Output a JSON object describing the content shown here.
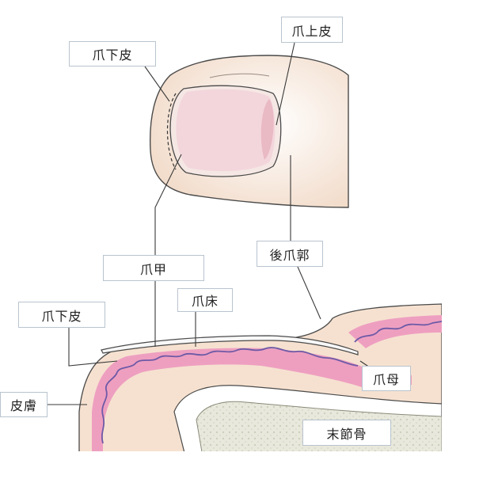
{
  "labels": {
    "hyponychium_top": "爪下皮",
    "eponychium": "爪上皮",
    "nail_plate": "爪甲",
    "proximal_nail_fold": "後爪郭",
    "hyponychium_side": "爪下皮",
    "nail_bed": "爪床",
    "skin": "皮膚",
    "nail_matrix": "爪母",
    "distal_phalanx": "末節骨"
  },
  "colors": {
    "skin": "#f6e1d0",
    "nail": "#f4dce0",
    "dermis_pink": "#ee9fc0",
    "epidermis_purple": "#6e5aa6",
    "bone": "#e6e6d8",
    "leader": "#3a3a3a"
  }
}
